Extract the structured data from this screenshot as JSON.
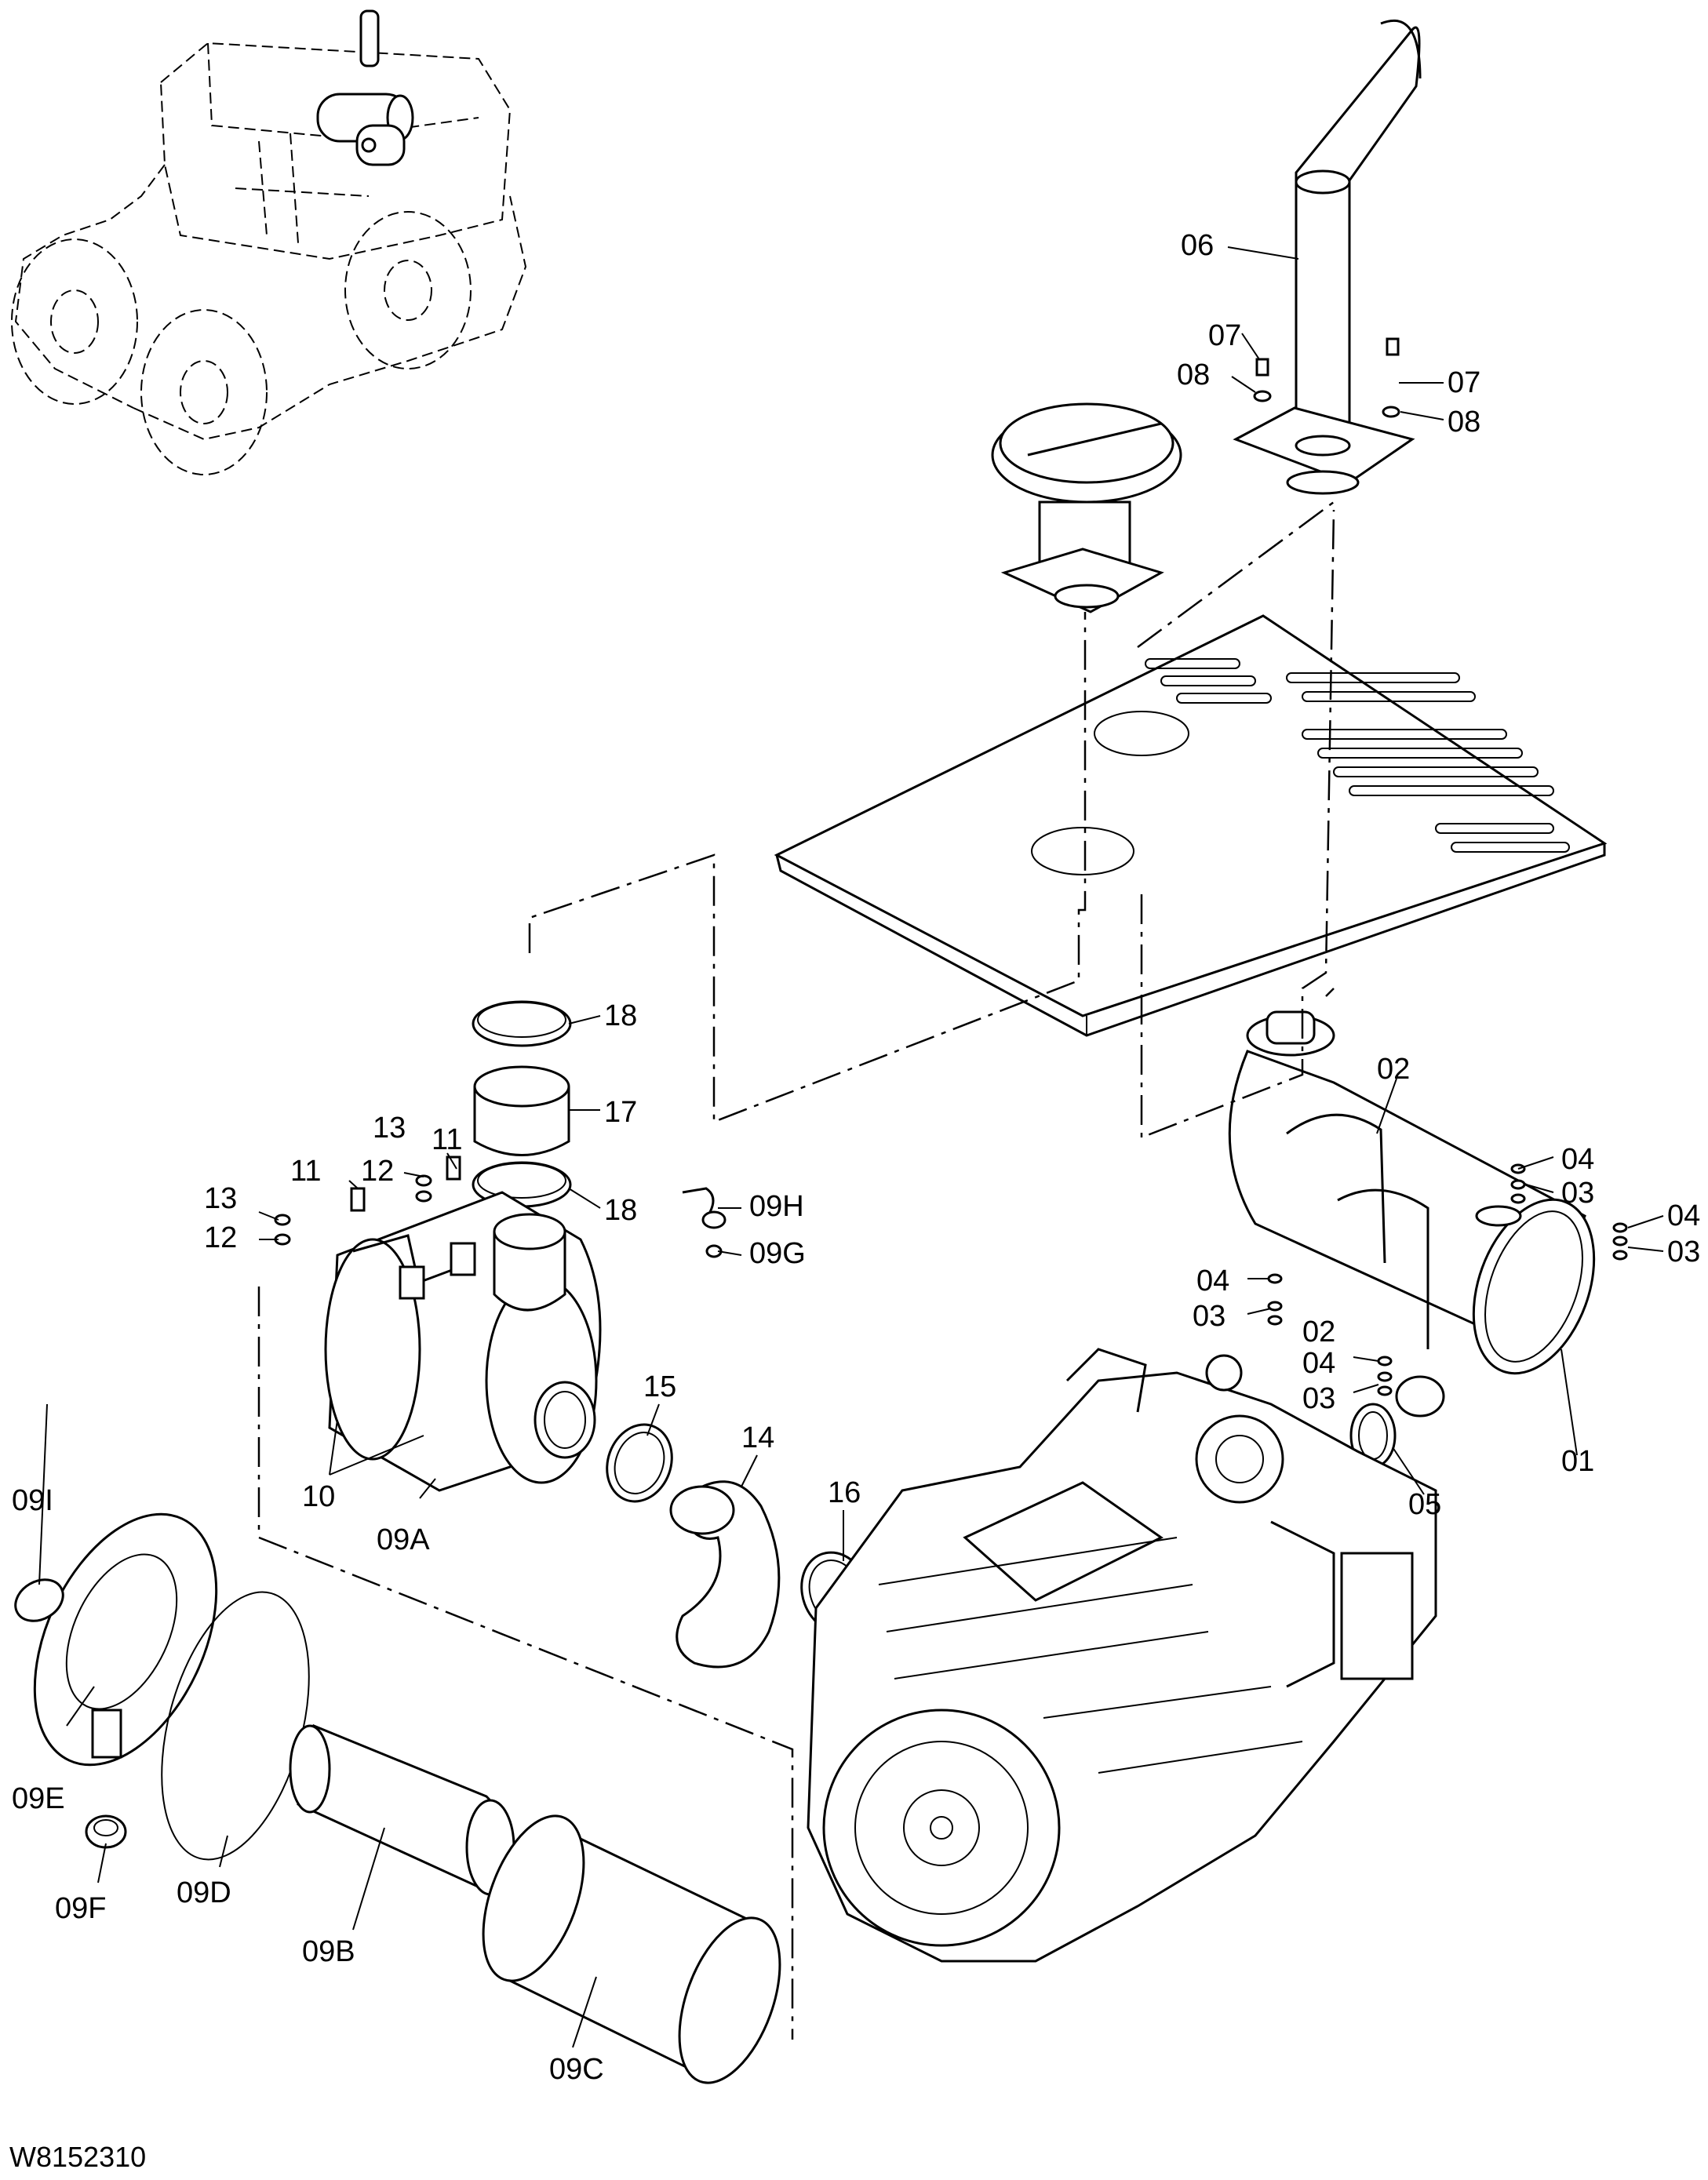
{
  "drawing_id": "W8152310",
  "labels": {
    "p01": "01",
    "p02a": "02",
    "p02b": "02",
    "p03a": "03",
    "p03b": "03",
    "p03c": "03",
    "p03d": "03",
    "p04a": "04",
    "p04b": "04",
    "p04c": "04",
    "p04d": "04",
    "p05": "05",
    "p06": "06",
    "p07a": "07",
    "p07b": "07",
    "p08a": "08",
    "p08b": "08",
    "p09a": "09A",
    "p09b": "09B",
    "p09c": "09C",
    "p09d": "09D",
    "p09e": "09E",
    "p09f": "09F",
    "p09g": "09G",
    "p09h": "09H",
    "p09i": "09I",
    "p10": "10",
    "p11a": "11",
    "p11b": "11",
    "p12a": "12",
    "p12b": "12",
    "p13a": "13",
    "p13b": "13",
    "p14": "14",
    "p15": "15",
    "p16": "16",
    "p17": "17",
    "p18a": "18",
    "p18b": "18"
  }
}
